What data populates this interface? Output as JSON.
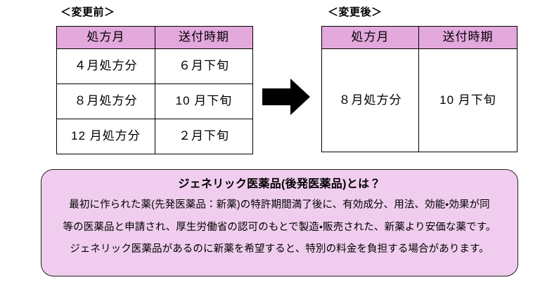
{
  "page": {
    "language": "ja",
    "background": "#ffffff"
  },
  "colors": {
    "table_header_pink": "#e3a8dc",
    "callout_background": "#f0cdee",
    "callout_border": "#231f20",
    "table_border": "#000000",
    "arrow_fill": "#000000",
    "text": "#000000"
  },
  "labels": {
    "before": "＜変更前＞",
    "after": "＜変更後＞"
  },
  "table_before": {
    "headers": [
      "処方月",
      "送付時期"
    ],
    "rows": [
      [
        "４月処方分",
        "６月下旬"
      ],
      [
        "８月処方分",
        "10 月下旬"
      ],
      [
        "12 月処方分",
        "２月下旬"
      ]
    ]
  },
  "table_after": {
    "headers": [
      "処方月",
      "送付時期"
    ],
    "rows": [
      [
        "８月処方分",
        "10 月下旬"
      ]
    ]
  },
  "arrow": {
    "icon": "right-block-arrow-icon",
    "direction": "right"
  },
  "callout": {
    "title": "ジェネリック医薬品(後発医薬品)とは？",
    "lines": [
      "最初に作られた薬(先発医薬品：新薬)の特許期間満了後に、有効成分、用法、効能・効果が同",
      "等の医薬品と申請され、厚生労働省の認可のもとで製造・販売された、新薬より安価な薬です。",
      "ジェネリック医薬品があるのに新薬を希望すると、特別の料金を負担する場合があります。"
    ]
  }
}
